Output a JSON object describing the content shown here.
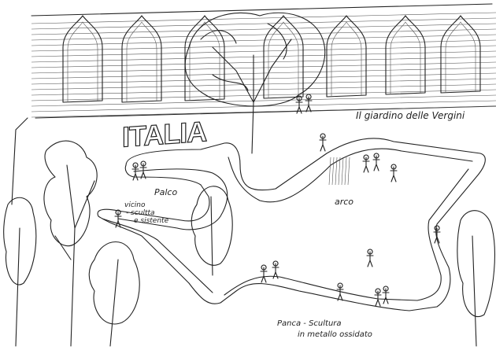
{
  "sign": {
    "text": "ITALIA"
  },
  "labels": {
    "title": "Il giardino delle Vergini",
    "palco": "Palco",
    "vicino_1": "vicino",
    "vicino_2": "- scultta",
    "vicino_3": "e sistente",
    "arco": "arco",
    "panca_1": "Panca - Scultura",
    "panca_2": "in metallo ossidato"
  },
  "colors": {
    "ink": "#222222",
    "paper": "#ffffff"
  }
}
